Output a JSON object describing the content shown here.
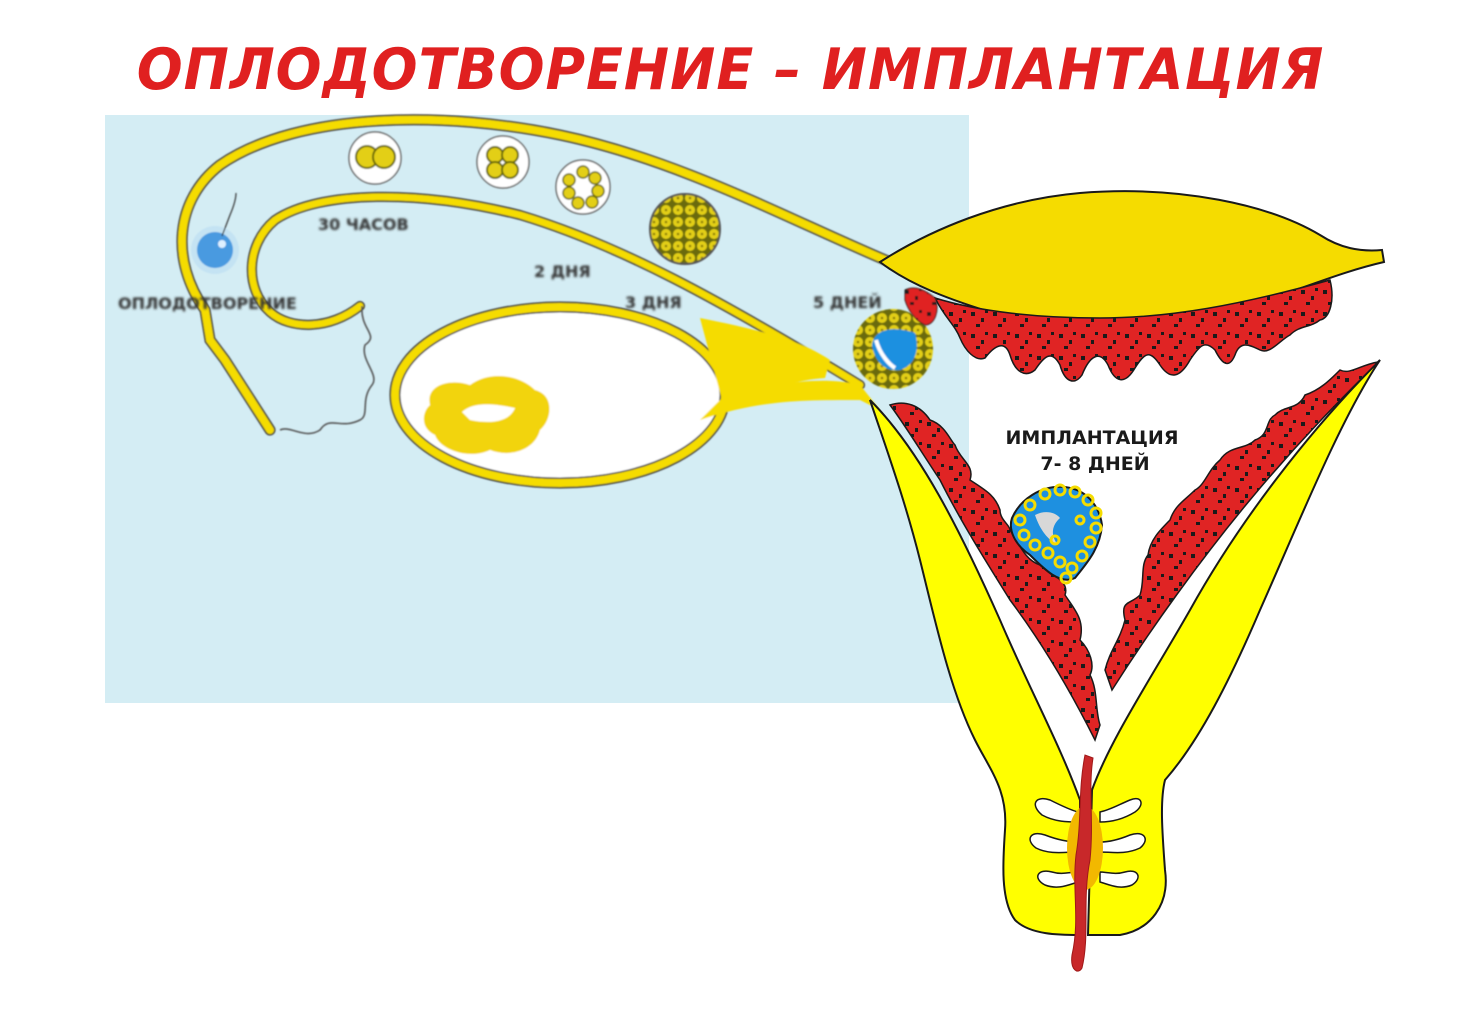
{
  "title": "ОПЛОДОТВОРЕНИЕ – ИМПЛАНТАЦИЯ",
  "colors": {
    "title_red": "#e02020",
    "panel_blue": "#d4edf4",
    "tube_yellow": "#f5dc00",
    "uterus_yellow": "#ffff00",
    "endometrium_red": "#e02424",
    "embryo_blue": "#1e90e0",
    "cervix_orange": "#f2b800",
    "bleed_dark_red": "#c8282a"
  },
  "labels": {
    "fertilization": "ОПЛОДОТВОРЕНИЕ",
    "hours_30": "30 ЧАСОВ",
    "days_2": "2 ДНЯ",
    "days_3": "3 ДНЯ",
    "days_5": "5 ДНЕЙ",
    "implantation_line1": "ИМПЛАНТАЦИЯ",
    "implantation_line2": "7- 8 ДНЕЙ"
  },
  "stages": [
    {
      "name": "zygote-fertilization",
      "label": "ОПЛОДОТВОРЕНИЕ"
    },
    {
      "name": "two-cell",
      "label": "30 ЧАСОВ"
    },
    {
      "name": "four-cell",
      "label": "2 ДНЯ"
    },
    {
      "name": "eight-cell",
      "label": "2 ДНЯ"
    },
    {
      "name": "morula",
      "label": "3 ДНЯ"
    },
    {
      "name": "blastocyst",
      "label": "5 ДНЕЙ"
    },
    {
      "name": "implanted-blastocyst",
      "label": "ИМПЛАНТАЦИЯ 7- 8 ДНЕЙ"
    }
  ]
}
